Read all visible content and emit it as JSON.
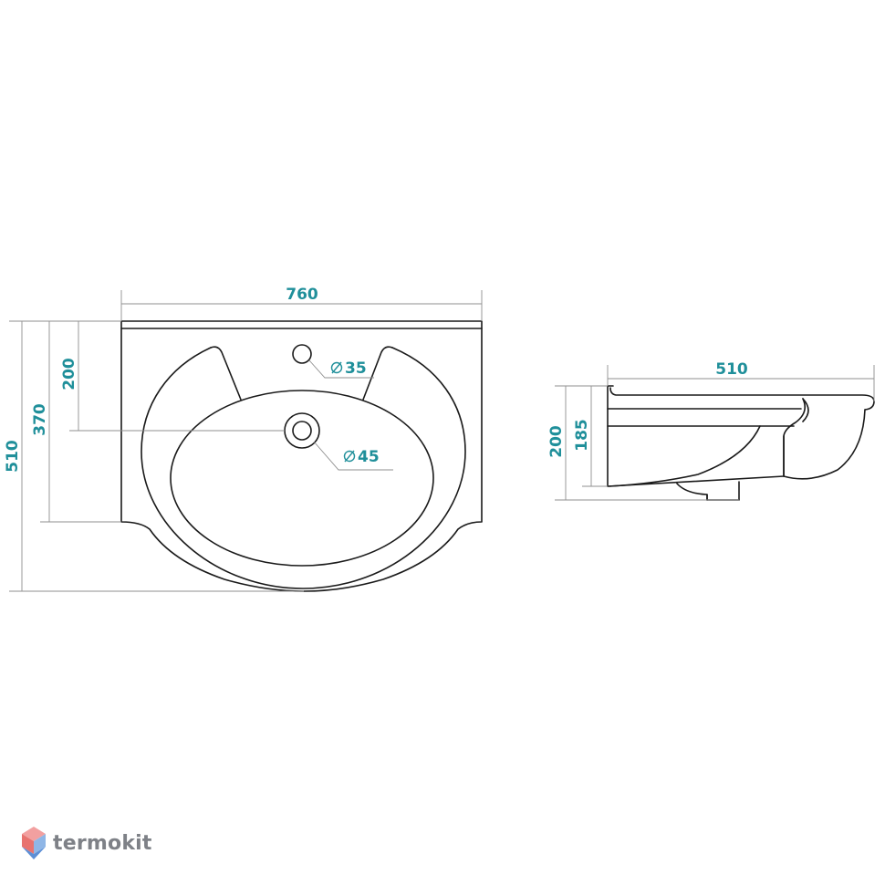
{
  "brand": {
    "name": "termokit",
    "logo_colors": [
      "#e8736f",
      "#f2a0a0",
      "#8fb6e6",
      "#5c8fd6"
    ]
  },
  "colors": {
    "dimension_text": "#1f8f9a",
    "outline": "#1a1a1a",
    "dimension_line": "#8f8f8f"
  },
  "front_view": {
    "width_label": "760",
    "depth_label": "510",
    "drain_distance_label": "370",
    "tap_hole_distance_label": "200",
    "tap_hole_label": "35",
    "drain_label": "45"
  },
  "side_view": {
    "depth_label": "510",
    "overall_height_label": "200",
    "bowl_height_label": "185"
  }
}
